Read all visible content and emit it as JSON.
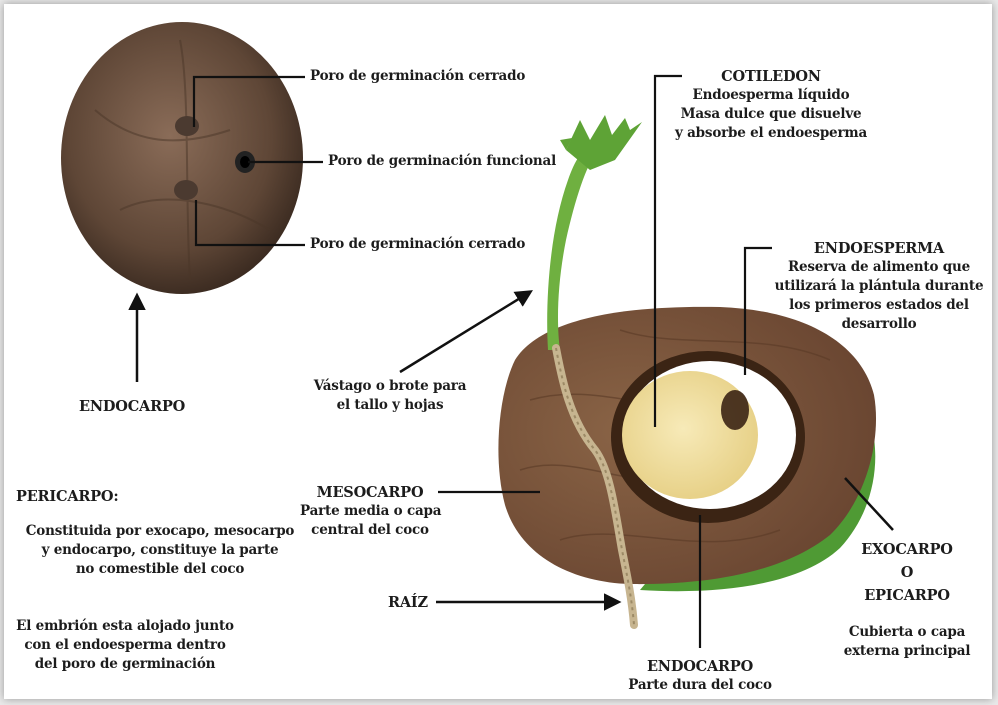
{
  "labels": {
    "poro_cerrado_1": "Poro de germinación cerrado",
    "poro_funcional": "Poro de germinación funcional",
    "poro_cerrado_2": "Poro de germinación cerrado",
    "endocarpo_left": "ENDOCARPO",
    "pericarpo_title": "PERICARPO:",
    "pericarpo_text": [
      "Constituida por exocapo, mesocarpo",
      "y endocarpo, constituye la parte",
      "no comestible del coco"
    ],
    "embrion_text": [
      "El embrión esta alojado junto",
      "con el endoesperma dentro",
      "del poro de germinación"
    ],
    "cotiledon_title": "COTILEDON",
    "cotiledon_text": [
      "Endoesperma líquido",
      "Masa dulce que disuelve",
      "y absorbe el endoesperma"
    ],
    "endoesperma_title": "ENDOESPERMA",
    "endoesperma_text": [
      "Reserva de alimento que",
      "utilizará la plántula durante",
      "los primeros estados del",
      "desarrollo"
    ],
    "vastago_text": [
      "Vástago o brote para",
      "el tallo y hojas"
    ],
    "mesocarpo_title": "MESOCARPO",
    "mesocarpo_text": [
      "Parte media o capa",
      "central del coco"
    ],
    "raiz": "RAÍZ",
    "exocarpo_title": [
      "EXOCARPO",
      "O",
      "EPICARPO"
    ],
    "exocarpo_text": [
      "Cubierta o capa",
      "externa principal"
    ],
    "endocarpo_bottom_title": "ENDOCARPO",
    "endocarpo_bottom_text": "Parte dura del coco"
  },
  "colors": {
    "husk": "#7a5436",
    "shell": "#3b2414",
    "meat": "#ffffff",
    "endosperm": "#efdc9a",
    "exocarp": "#4f9a34",
    "sprout": "#6fb040",
    "nut": "#6a5040"
  }
}
